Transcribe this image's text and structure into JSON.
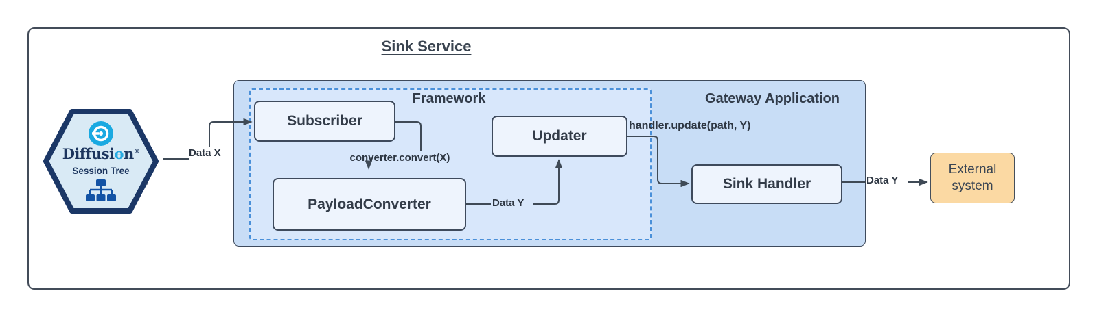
{
  "title": "Sink Service",
  "badge": {
    "brand_prefix": "Diffusi",
    "brand_o": "ɵ",
    "brand_suffix": "n",
    "registered": "®",
    "subtitle": "Session Tree"
  },
  "containers": {
    "gateway": {
      "label": "Gateway Application"
    },
    "framework": {
      "label": "Framework"
    }
  },
  "nodes": {
    "subscriber": {
      "label": "Subscriber"
    },
    "payload_converter": {
      "label": "PayloadConverter"
    },
    "updater": {
      "label": "Updater"
    },
    "sink_handler": {
      "label": "Sink Handler"
    },
    "external_system": {
      "line1": "External",
      "line2": "system"
    }
  },
  "edge_labels": {
    "data_x": "Data X",
    "converter_convert": "converter.convert(X)",
    "data_y_internal": "Data Y",
    "handler_update": "handler.update(path, Y)",
    "data_y_external": "Data Y"
  },
  "colors": {
    "gateway_fill": "#c8ddf6",
    "framework_fill": "#d8e7fb",
    "framework_dash": "#4a90d9",
    "node_fill": "#eef4fd",
    "node_border": "#3e4a5c",
    "external_fill": "#fbd9a3",
    "connector": "#3f4a56",
    "brand_navy": "#1c355e",
    "brand_blue": "#29abe2",
    "tree_icon_blue": "#1353a5",
    "title_text": "#3a4450"
  }
}
